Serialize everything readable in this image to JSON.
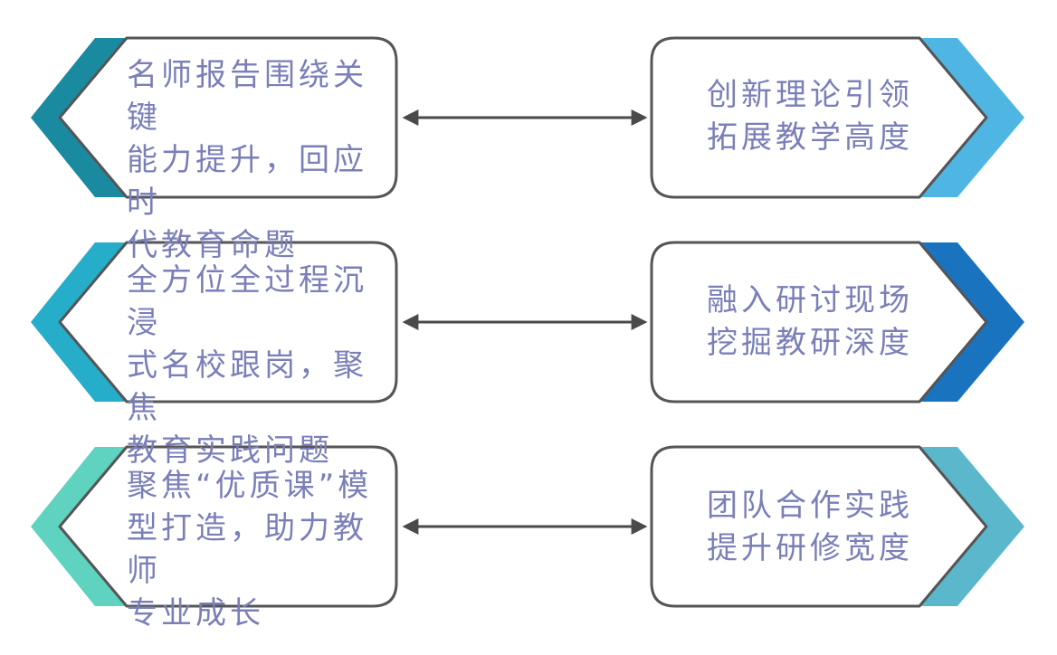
{
  "rows": [
    {
      "left_text": "名师报告围绕关键\n能力提升，回应时\n代教育命题",
      "right_text": "创新理论引领\n拓展教学高度",
      "left_color": "#1a8aa0",
      "right_color": "#4fb6e3"
    },
    {
      "left_text": "全方位全过程沉浸\n式名校跟岗，聚焦\n教育实践问题",
      "right_text": "融入研讨现场\n挖掘教研深度",
      "left_color": "#25adc9",
      "right_color": "#1a73bf"
    },
    {
      "left_text": "聚焦“优质课”模\n型打造，助力教师\n专业成长",
      "right_text": "团队合作实践\n提升研修宽度",
      "left_color": "#5fd3bf",
      "right_color": "#5bb7cc"
    }
  ],
  "colors": {
    "box_border": "#555555",
    "arrow": "#4a4a4a",
    "text": "#7a7fb8"
  }
}
